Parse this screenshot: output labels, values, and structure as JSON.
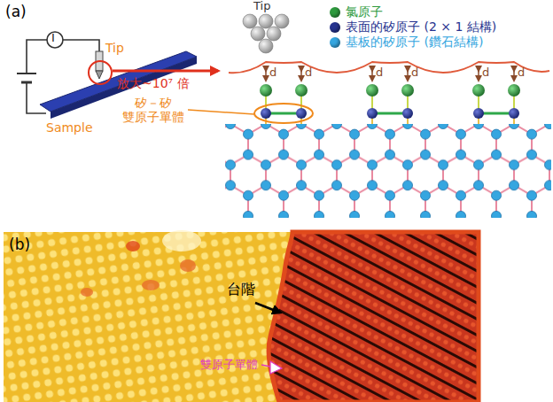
{
  "diagram": {
    "labels": [
      "(a)",
      "I",
      "Tip",
      "Sample",
      "放大~10⁷ 倍",
      "矽－矽 雙原子單體",
      "Tip",
      "d",
      "d",
      "d",
      "d",
      "d",
      "d",
      "(b)",
      "台階",
      "雙原子單體"
    ],
    "legend": [
      {
        "text": "氯原子",
        "color": "#2e9a3e"
      },
      {
        "text": "表面的矽原子 (2 × 1 結構)",
        "color": "#26338f"
      },
      {
        "text": "基板的矽原子 (鑽石結構)",
        "color": "#35a6e0"
      }
    ]
  }
}
